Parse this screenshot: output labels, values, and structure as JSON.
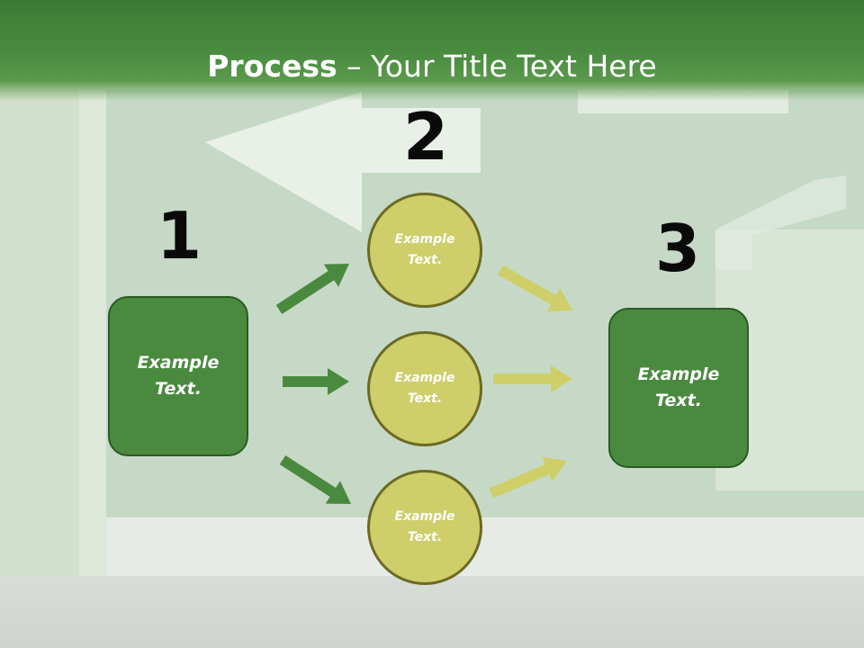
{
  "title": {
    "bold": "Process",
    "rest": " – Your Title Text Here"
  },
  "steps": [
    "1",
    "2",
    "3"
  ],
  "left_box": {
    "text": "Example Text."
  },
  "circles": [
    {
      "text": "Example Text."
    },
    {
      "text": "Example Text."
    },
    {
      "text": "Example Text."
    }
  ],
  "right_box": {
    "text": "Example Text."
  },
  "colors": {
    "header": "#4a8c40",
    "box_fill": "#4a8a3f",
    "circle_fill": "#cece6a",
    "green_arrow": "#4a8a3f",
    "yellow_arrow": "#cfcf6a"
  }
}
